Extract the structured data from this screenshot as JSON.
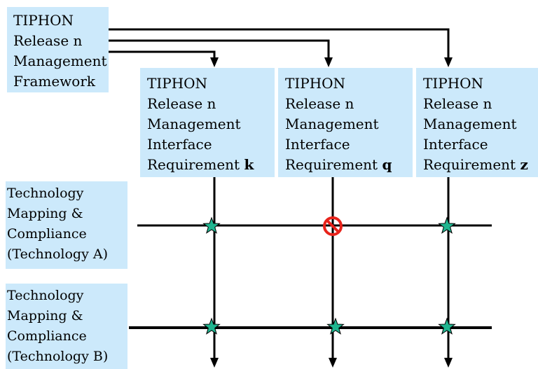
{
  "framework": {
    "lines": [
      "TIPHON",
      "Release n",
      "Management",
      "Framework"
    ]
  },
  "requirements": [
    {
      "id": "k",
      "lines": [
        "TIPHON",
        "Release n",
        "Management",
        "Interface"
      ],
      "last_prefix": "Requirement ",
      "letter": "k"
    },
    {
      "id": "q",
      "lines": [
        "TIPHON",
        "Release n",
        "Management",
        "Interface"
      ],
      "last_prefix": "Requirement ",
      "letter": "q"
    },
    {
      "id": "z",
      "lines": [
        "TIPHON",
        "Release n",
        "Management",
        "Interface"
      ],
      "last_prefix": "Requirement ",
      "letter": "z"
    }
  ],
  "technologies": [
    {
      "id": "a",
      "lines": [
        "Technology",
        "Mapping &",
        "Compliance",
        "(Technology A)"
      ],
      "compliance": [
        "star-icon",
        "no-entry-icon",
        "star-icon"
      ]
    },
    {
      "id": "b",
      "lines": [
        "Technology",
        "Mapping &",
        "Compliance",
        "(Technology B)"
      ],
      "compliance": [
        "star-icon",
        "star-icon",
        "star-icon"
      ]
    }
  ],
  "colors": {
    "box_fill": "#cce9fb",
    "line": "#000000",
    "star_fill": "#1fb58f",
    "no_entry": "#e8231b"
  }
}
